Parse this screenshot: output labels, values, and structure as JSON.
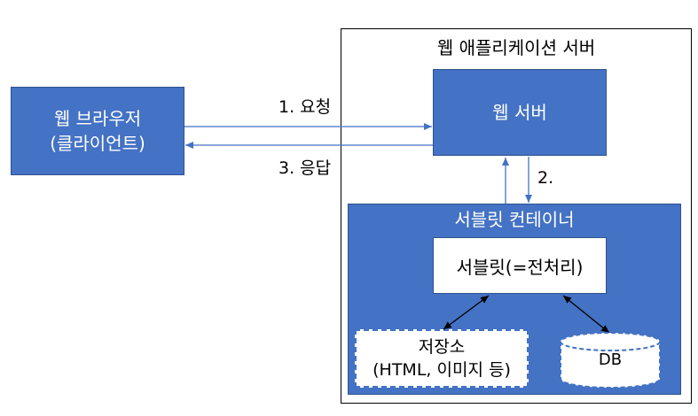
{
  "diagram": {
    "app_server_label": "웹 애플리케이션 서버",
    "browser_line1": "웹 브라우저",
    "browser_line2": "(클라이언트)",
    "web_server_label": "웹 서버",
    "container_label": "서블릿 컨테이너",
    "servlet_label": "서블릿(=전처리)",
    "storage_line1": "저장소",
    "storage_line2": "(HTML, 이미지 등)",
    "db_label": "DB",
    "request_label": "1. 요청",
    "response_label": "3. 응답",
    "forward_label": "2."
  },
  "colors": {
    "box_fill": "#4472c4",
    "box_border": "#2f528f",
    "arrow": "#4472c4",
    "connector": "#000000"
  }
}
